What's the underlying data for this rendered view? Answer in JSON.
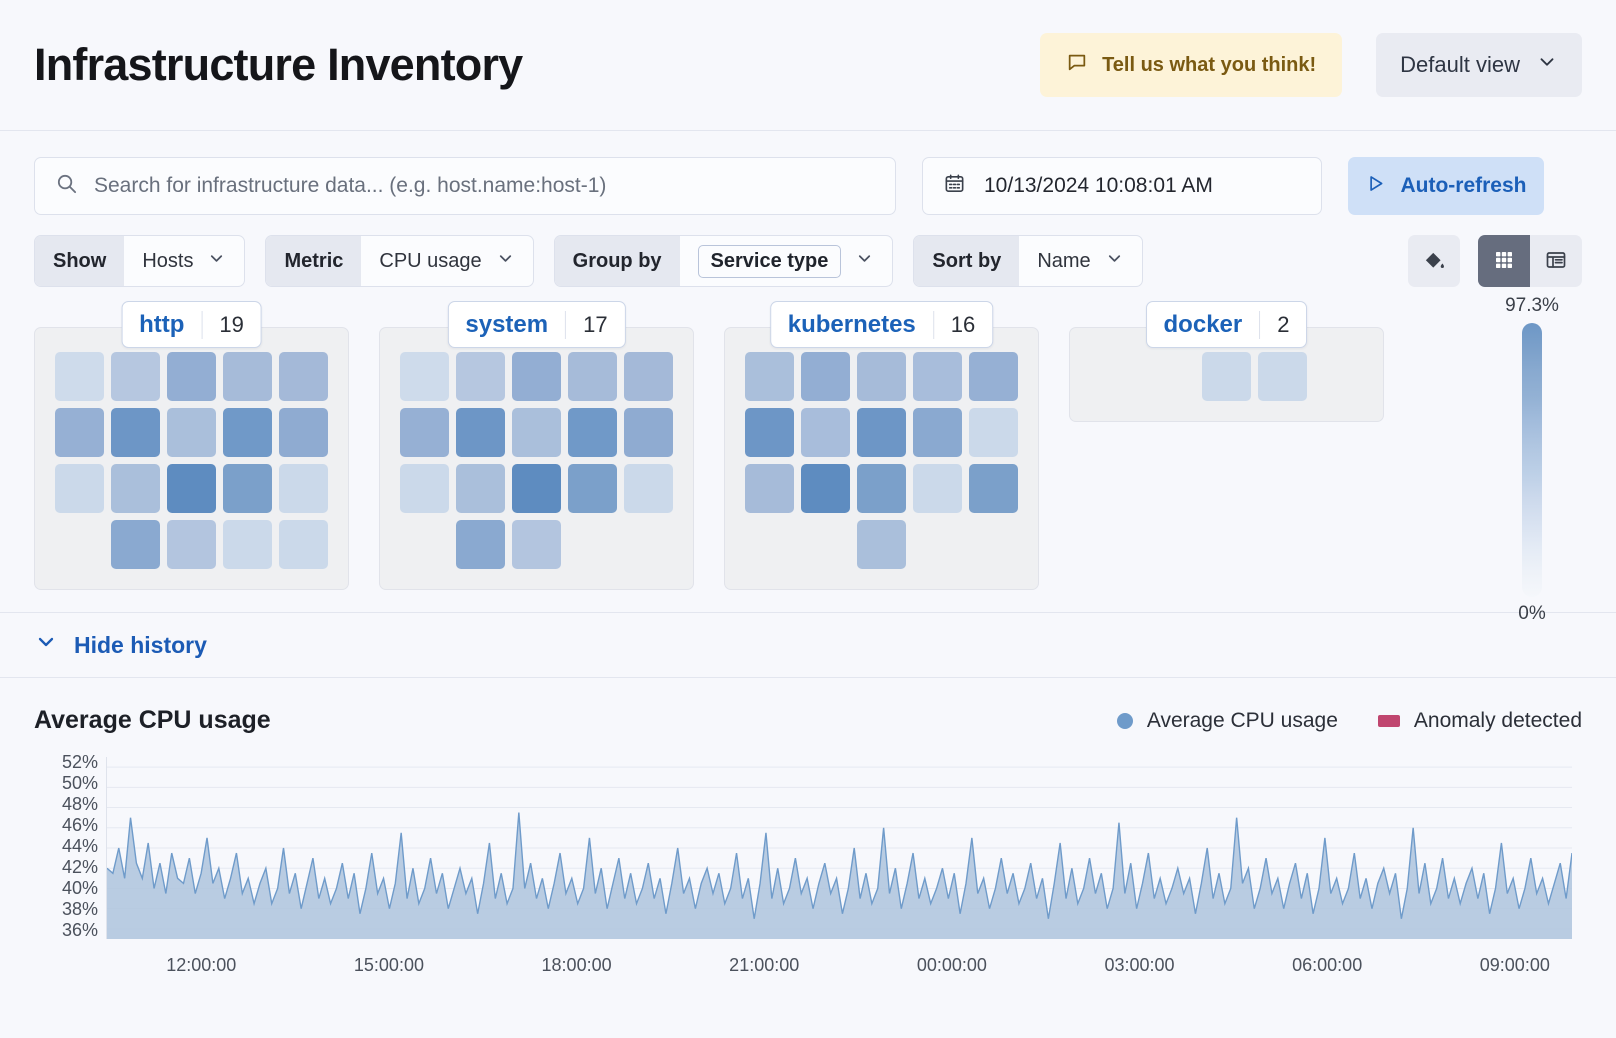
{
  "header": {
    "title": "Infrastructure Inventory",
    "feedback_label": "Tell us what you think!",
    "feedback_icon": "comment-icon",
    "view_label": "Default view",
    "view_chevron": "chevron-down-icon"
  },
  "search": {
    "placeholder": "Search for infrastructure data... (e.g. host.name:host-1)",
    "icon": "search-icon",
    "date_value": "10/13/2024 10:08:01 AM",
    "date_icon": "calendar-icon",
    "refresh_label": "Auto-refresh",
    "refresh_icon": "play-icon"
  },
  "filters": [
    {
      "label": "Show",
      "value": "Hosts",
      "boxed": false
    },
    {
      "label": "Metric",
      "value": "CPU usage",
      "boxed": false
    },
    {
      "label": "Group by",
      "value": "Service type",
      "boxed": true
    },
    {
      "label": "Sort by",
      "value": "Name",
      "boxed": false
    }
  ],
  "view_tools": {
    "palette_icon": "color-fill-icon",
    "grid_icon": "grid-view-icon",
    "table_icon": "table-view-icon",
    "active_view": "grid"
  },
  "treemap": {
    "legend": {
      "max": "97.3%",
      "min": "0%"
    },
    "groups": [
      {
        "name": "http",
        "count": "19",
        "tiles": [
          "#cedbeb",
          "#b6c7e0",
          "#93aed3",
          "#a6bbd9",
          "#a4b9d8",
          "#96b0d4",
          "#6d96c6",
          "#aabfdb",
          "#7099c8",
          "#8fabd1",
          "#cbd9ea",
          "#aabfdb",
          "#5e8cc0",
          "#7ba0ca",
          "#cbd9ea",
          null,
          "#8aa9d0",
          "#b3c5df",
          "#cbd9ea",
          "#cbd9ea"
        ]
      },
      {
        "name": "system",
        "count": "17",
        "tiles": [
          "#cedbeb",
          "#b6c7e0",
          "#93aed3",
          "#a6bbd9",
          "#a4b9d8",
          "#96b0d4",
          "#6d96c6",
          "#aabfdb",
          "#7099c8",
          "#8fabd1",
          "#cbd9ea",
          "#aabfdb",
          "#5e8cc0",
          "#7ba0ca",
          "#cbd9ea",
          null,
          "#8aa9d0",
          "#b3c5df",
          null,
          null
        ]
      },
      {
        "name": "kubernetes",
        "count": "16",
        "tiles": [
          "#aabfdb",
          "#93aed3",
          "#a6bbd9",
          "#a8bddb",
          "#96b0d4",
          "#6d96c6",
          "#a8bddb",
          "#6d96c6",
          "#8aa9d0",
          "#cbd9ea",
          "#a6bbd9",
          "#5e8cc0",
          "#7ba0ca",
          "#cbd9ea",
          "#7ba0ca",
          null,
          null,
          "#aabfdb",
          null,
          null
        ]
      },
      {
        "name": "docker",
        "count": "2",
        "tiles": [
          null,
          null,
          "#cbd9ea",
          "#cbd9ea",
          null
        ]
      }
    ]
  },
  "history": {
    "toggle_label": "Hide history",
    "toggle_icon": "chevron-down-icon"
  },
  "chart_data": {
    "type": "area",
    "title": "Average CPU usage",
    "xlabel": "",
    "ylabel": "",
    "ylim": [
      35,
      53
    ],
    "grid": true,
    "legend_position": "top-right",
    "legend": [
      {
        "name": "Average CPU usage",
        "marker": "dot",
        "color": "#6f9bca"
      },
      {
        "name": "Anomaly detected",
        "marker": "rect",
        "color": "#c0466f"
      }
    ],
    "yticks": [
      "52%",
      "50%",
      "48%",
      "46%",
      "44%",
      "42%",
      "40%",
      "38%",
      "36%"
    ],
    "ytick_values": [
      52,
      50,
      48,
      46,
      44,
      42,
      40,
      38,
      36
    ],
    "xticks": [
      "12:00:00",
      "15:00:00",
      "18:00:00",
      "21:00:00",
      "00:00:00",
      "03:00:00",
      "06:00:00",
      "09:00:00"
    ],
    "xtick_positions_pct": [
      6.5,
      32.1,
      57.3,
      82.8,
      108.4,
      133.9,
      159.5,
      185.0
    ],
    "series": [
      {
        "name": "Average CPU usage",
        "color": "#6f9bca",
        "fill": "#aec4dd",
        "values": [
          42.0,
          41.5,
          44.0,
          41.0,
          47.0,
          42.5,
          41.0,
          44.5,
          40.0,
          42.5,
          39.5,
          43.5,
          41.0,
          40.5,
          43.0,
          39.5,
          41.5,
          45.0,
          40.5,
          42.0,
          39.0,
          41.0,
          43.5,
          39.5,
          41.0,
          38.5,
          40.5,
          42.0,
          38.5,
          40.0,
          44.0,
          39.5,
          41.5,
          38.0,
          40.5,
          43.0,
          39.0,
          41.0,
          38.5,
          40.0,
          42.5,
          39.0,
          41.5,
          37.5,
          40.0,
          43.5,
          39.5,
          41.0,
          38.0,
          40.5,
          45.5,
          39.0,
          42.0,
          38.5,
          40.0,
          43.0,
          39.5,
          41.5,
          38.0,
          40.0,
          42.0,
          39.5,
          41.0,
          37.5,
          40.5,
          44.5,
          39.0,
          41.5,
          38.5,
          40.0,
          47.5,
          40.0,
          42.5,
          39.0,
          41.0,
          38.0,
          40.5,
          43.5,
          39.5,
          41.0,
          38.5,
          40.0,
          45.0,
          39.5,
          42.0,
          38.0,
          40.5,
          43.0,
          39.0,
          41.5,
          38.5,
          40.0,
          42.5,
          39.0,
          41.0,
          37.5,
          40.5,
          44.0,
          39.5,
          41.0,
          38.0,
          40.5,
          42.0,
          39.5,
          41.5,
          38.5,
          40.0,
          43.5,
          39.0,
          41.0,
          37.0,
          40.5,
          45.5,
          39.0,
          42.0,
          38.5,
          40.0,
          43.0,
          39.5,
          41.0,
          38.0,
          40.5,
          42.5,
          39.5,
          41.0,
          37.5,
          40.0,
          44.0,
          39.0,
          41.5,
          38.5,
          40.0,
          46.0,
          39.5,
          42.0,
          38.0,
          40.5,
          43.5,
          39.0,
          41.0,
          38.5,
          40.0,
          42.0,
          39.0,
          41.5,
          37.5,
          40.5,
          45.0,
          39.5,
          41.0,
          38.0,
          40.0,
          43.0,
          39.5,
          41.5,
          38.5,
          40.0,
          42.5,
          39.0,
          41.0,
          37.0,
          40.5,
          44.5,
          39.0,
          42.0,
          38.5,
          40.0,
          43.0,
          39.5,
          41.5,
          38.0,
          40.0,
          46.5,
          39.5,
          42.5,
          38.0,
          40.5,
          43.5,
          39.0,
          41.0,
          38.5,
          40.0,
          42.0,
          39.5,
          41.0,
          37.5,
          40.5,
          44.0,
          39.0,
          41.5,
          38.5,
          40.0,
          47.0,
          40.5,
          42.0,
          38.0,
          40.0,
          43.0,
          39.5,
          41.0,
          38.0,
          40.5,
          42.5,
          39.0,
          41.5,
          37.5,
          40.0,
          45.0,
          39.5,
          41.0,
          38.5,
          40.0,
          43.5,
          39.0,
          41.0,
          38.0,
          40.5,
          42.0,
          39.5,
          41.5,
          37.0,
          40.0,
          46.0,
          39.5,
          42.5,
          38.5,
          40.0,
          43.0,
          39.0,
          41.0,
          38.5,
          40.5,
          42.0,
          39.0,
          41.5,
          37.5,
          40.0,
          44.5,
          39.5,
          41.0,
          38.0,
          40.0,
          43.0,
          39.5,
          41.0,
          38.5,
          40.5,
          42.5,
          39.0,
          43.5
        ]
      }
    ]
  }
}
